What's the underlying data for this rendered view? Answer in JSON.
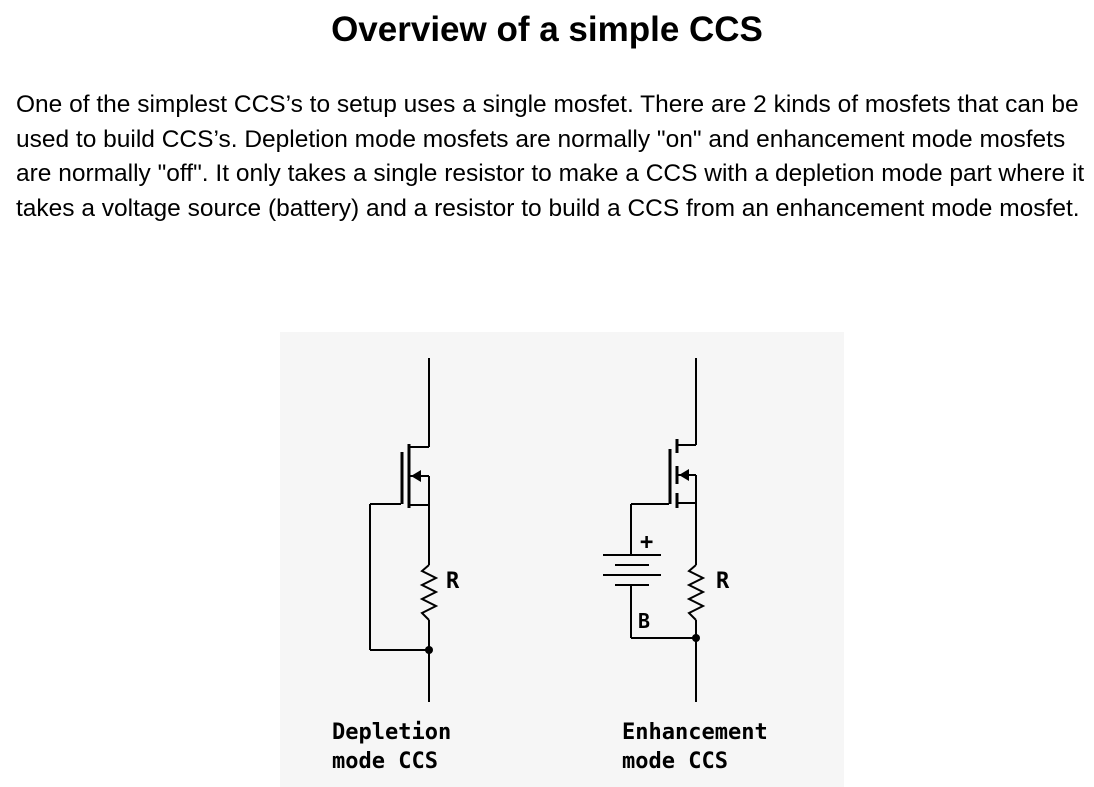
{
  "page": {
    "title": "Overview of a simple CCS",
    "intro": "One of the simplest CCS’s to setup uses a single mosfet. There are 2 kinds of mosfets that can be used to build CCS’s. Depletion mode mosfets are normally \"on\" and enhancement mode mosfets are normally \"off\". It only takes a single resistor to make a CCS with a depletion mode part where it takes a voltage source (battery) and a resistor to build a CCS from an enhancement mode mosfet."
  },
  "figure": {
    "depletion": {
      "resistor_label": "R",
      "caption_line1": "Depletion",
      "caption_line2": "mode CCS"
    },
    "enhancement": {
      "resistor_label": "R",
      "battery_plus": "+",
      "battery_label": "B",
      "caption_line1": "Enhancement",
      "caption_line2": "mode CCS"
    }
  }
}
